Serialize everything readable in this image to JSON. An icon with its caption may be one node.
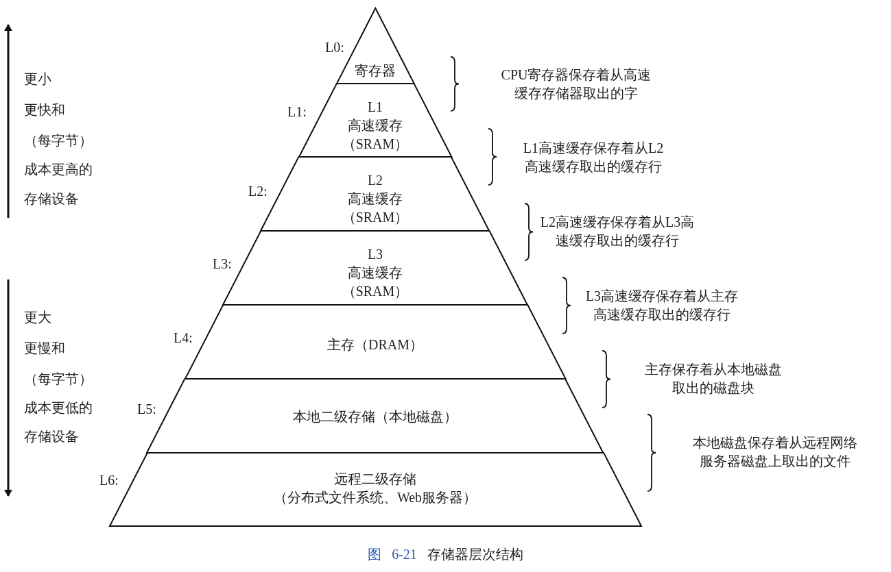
{
  "diagram": {
    "caption": "图 6-21 存储器层次结构",
    "nodes": [
      {
        "text": [
          "寄存器"
        ],
        "beside": [
          "L0:"
        ]
      },
      {
        "text": [
          "L1",
          "高速缓存",
          "（SRAM）"
        ],
        "beside": [
          "L1:"
        ]
      },
      {
        "text": [
          "L2",
          "高速缓存",
          "（SRAM）"
        ],
        "beside": [
          "L2:"
        ]
      },
      {
        "text": [
          "L3",
          "高速缓存",
          "（SRAM）"
        ],
        "beside": [
          "L3:"
        ]
      },
      {
        "text": [
          "主存（DRAM）"
        ],
        "beside": [
          "L4:"
        ]
      },
      {
        "text": [
          "本地二级存储（本地磁盘）"
        ],
        "beside": [
          "L5:"
        ]
      },
      {
        "text": [
          "远程二级存储",
          "（分布式文件系统、Web服务器）"
        ],
        "beside": [
          "L6:"
        ]
      }
    ],
    "labels": [
      "更小",
      "更快和",
      "（每字节）",
      "成本更高的",
      "存储设备",
      "更大",
      "更慢和",
      "（每字节）",
      "成本更低的",
      "存储设备",
      "CPU寄存器保存着从高速缓存存储器取出的字",
      "L1高速缓存保存着从L2高速缓存取出的缓存行",
      "L2高速缓存保存着从L3高速缓存取出的缓存行",
      "L3高速缓存保存着从主存高速缓存取出的缓存行",
      "主存保存着从本地磁盘取出的磁盘块",
      "本地磁盘保存着从远程网络服务器磁盘上取出的文件"
    ]
  }
}
